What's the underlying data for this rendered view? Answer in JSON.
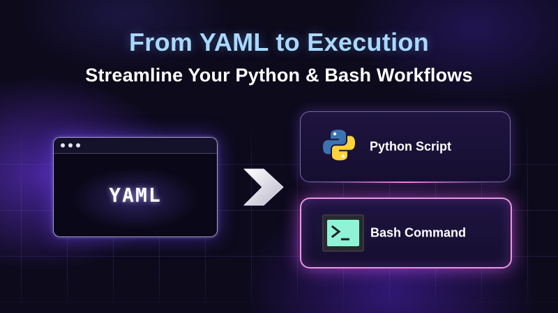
{
  "header": {
    "title": "From YAML to Execution",
    "subtitle": "Streamline Your Python & Bash Workflows"
  },
  "yaml_window": {
    "label": "YAML"
  },
  "cards": {
    "python": {
      "label": "Python Script",
      "icon": "python-logo-icon"
    },
    "bash": {
      "label": "Bash Command",
      "icon": "terminal-icon"
    }
  },
  "colors": {
    "title": "#a9d8ff",
    "subtitle": "#ffffff",
    "background": "#0d0a1c",
    "accent_glow": "#ff82e6",
    "terminal_screen": "#8ff3d6",
    "python_blue": "#3b73b0",
    "python_yellow": "#ffd43b"
  }
}
